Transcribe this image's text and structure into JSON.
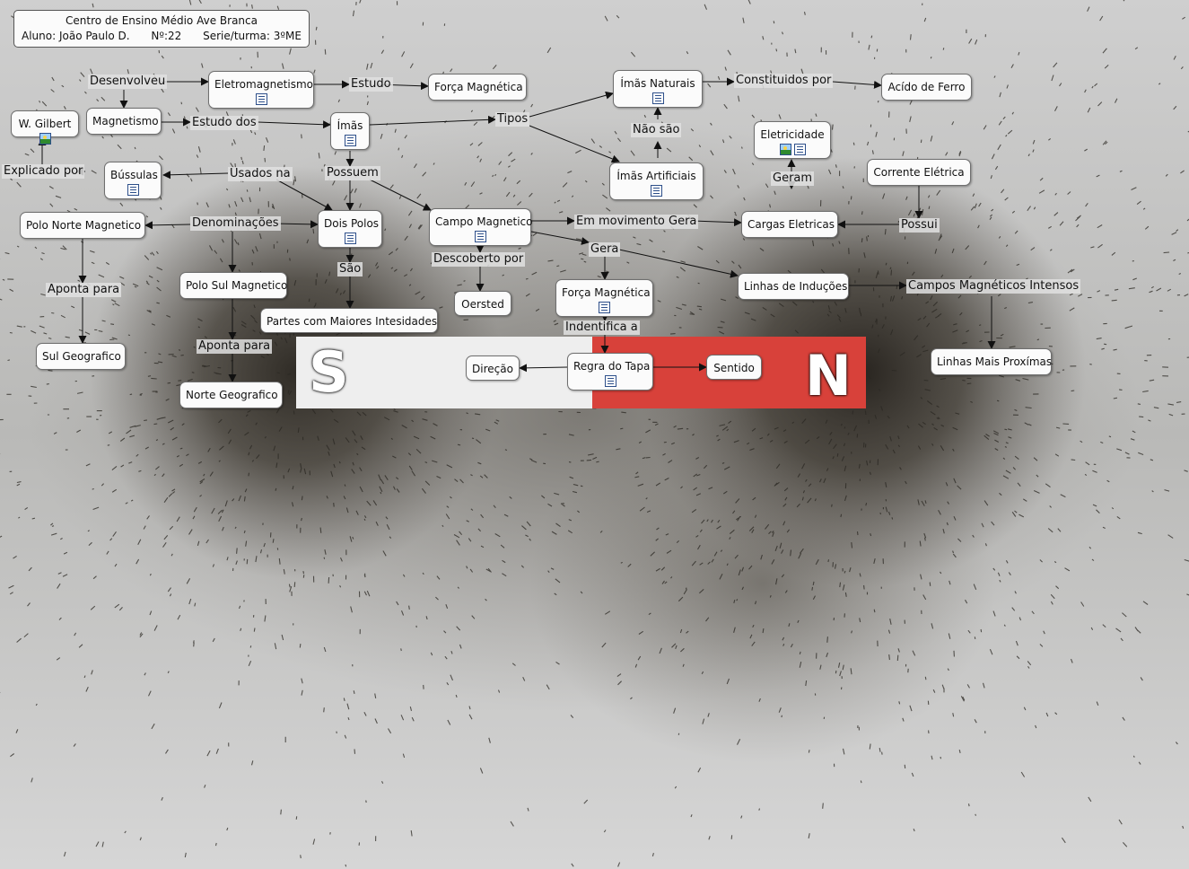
{
  "header": {
    "school": "Centro de Ensino Médio Ave Branca",
    "student": "Aluno: João Paulo D.",
    "number": "Nº:22",
    "class": "Serie/turma: 3ºME"
  },
  "magnet": {
    "south_letter": "S",
    "north_letter": "N",
    "north_color": "#d8413a",
    "south_color": "#eeeeee"
  },
  "concepts": {
    "w_gilbert": "W. Gilbert",
    "magnetismo": "Magnetismo",
    "eletromagnetismo": "Eletromagnetismo",
    "forca_magnetica_1": "Força Magnética",
    "imas_naturais": "Ímãs Naturais",
    "acido_de_ferro": "Acído de Ferro",
    "imas": "Ímãs",
    "eletricidade": "Eletricidade",
    "bussulas": "Bússulas",
    "imas_artificiais": "Ímãs Artificiais",
    "corrente_eletrica": "Corrente Elétrica",
    "polo_norte_magnetico": "Polo Norte Magnetico",
    "dois_polos": "Dois Polos",
    "campo_magnetico": "Campo Magnetico",
    "cargas_eletricas": "Cargas Eletricas",
    "polo_sul_magnetico": "Polo Sul Magnetico",
    "oersted": "Oersted",
    "forca_magnetica_2": "Força Magnética",
    "linhas_de_inducoes": "Linhas de Induções",
    "partes_maiores": "Partes com Maiores Intesidades",
    "sul_geografico": "Sul Geografico",
    "direcao": "Direção",
    "regra_do_tapa": "Regra do Tapa",
    "sentido": "Sentido",
    "linhas_mais_proximas": "Linhas Mais Proxímas",
    "norte_geografico": "Norte Geografico"
  },
  "links": {
    "desenvolveu": "Desenvolveu",
    "estudo": "Estudo",
    "constituidos_por": "Constituidos por",
    "estudo_dos": "Estudo dos",
    "tipos": "Tipos",
    "nao_sao": "Não são",
    "explicado_por": "Explicado por",
    "usados_na": "Usados na",
    "possuem": "Possuem",
    "geram": "Geram",
    "denominacoes": "Denominações",
    "em_movimento_gera": "Em movimento Gera",
    "possui": "Possui",
    "sao": "São",
    "descoberto_por": "Descoberto por",
    "gera": "Gera",
    "aponta_para_1": "Aponta para",
    "aponta_para_2": "Aponta para",
    "campos_intensos": "Campos Magnéticos Intensos",
    "indentifica_a": "Indentifica  a"
  },
  "icons": {
    "eletromagnetismo": [
      "doc"
    ],
    "imas_naturais": [
      "doc"
    ],
    "w_gilbert": [
      "img"
    ],
    "imas": [
      "doc"
    ],
    "eletricidade": [
      "img",
      "doc"
    ],
    "bussulas": [
      "doc"
    ],
    "imas_artificiais": [
      "doc"
    ],
    "dois_polos": [
      "doc"
    ],
    "campo_magnetico": [
      "doc"
    ],
    "forca_magnetica_2": [
      "doc"
    ],
    "regra_do_tapa": [
      "doc"
    ]
  }
}
